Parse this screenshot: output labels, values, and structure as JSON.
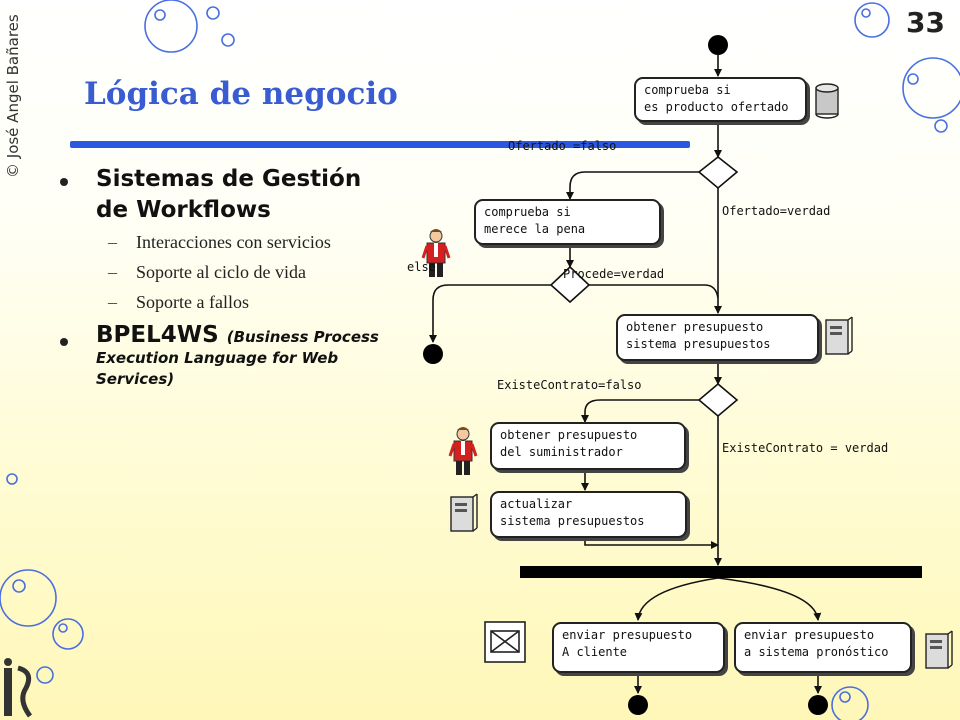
{
  "slide": {
    "page_number": "33",
    "copyright": "© José Angel Bañares",
    "title": "Lógica de negocio",
    "bullets": [
      {
        "text_line1": "Sistemas de Gestión",
        "text_line2": "de Workflows"
      },
      {
        "head": "BPEL4WS",
        "note_line1": "(Business Process",
        "note_line2": "Execution Language for Web",
        "note_line3": "Services)"
      }
    ],
    "sub_items": [
      "Interacciones con servicios",
      "Soporte al ciclo de vida",
      "Soporte a fallos"
    ]
  },
  "diagram": {
    "activities": {
      "check_offer": "comprueba si\nes producto ofertado",
      "check_worth": "comprueba si\nmerece la pena",
      "budget_system": "obtener presupuesto\nsistema presupuestos",
      "budget_supplier": "obtener presupuesto\ndel suministrador",
      "update_system": "actualizar\nsistema presupuestos",
      "send_client": "enviar presupuesto\nA cliente",
      "send_forecast": "enviar presupuesto\na sistema pronóstico"
    },
    "guards": {
      "offered_false": "Ofertado =falso",
      "offered_true": "Ofertado=verdad",
      "proceeds_true": "Procede=verdad",
      "else": "else",
      "contract_false": "ExisteContrato=falso",
      "contract_true": "ExisteContrato = verdad"
    }
  },
  "colors": {
    "title": "#3a5cd2",
    "rule": "#2c57e0",
    "bubbles": "#4a6fe0",
    "person_shirt": "#d42020"
  },
  "icons": [
    "database-icon",
    "server-icon",
    "person-icon",
    "mail-icon",
    "logo-icon",
    "bubble-decoration"
  ]
}
